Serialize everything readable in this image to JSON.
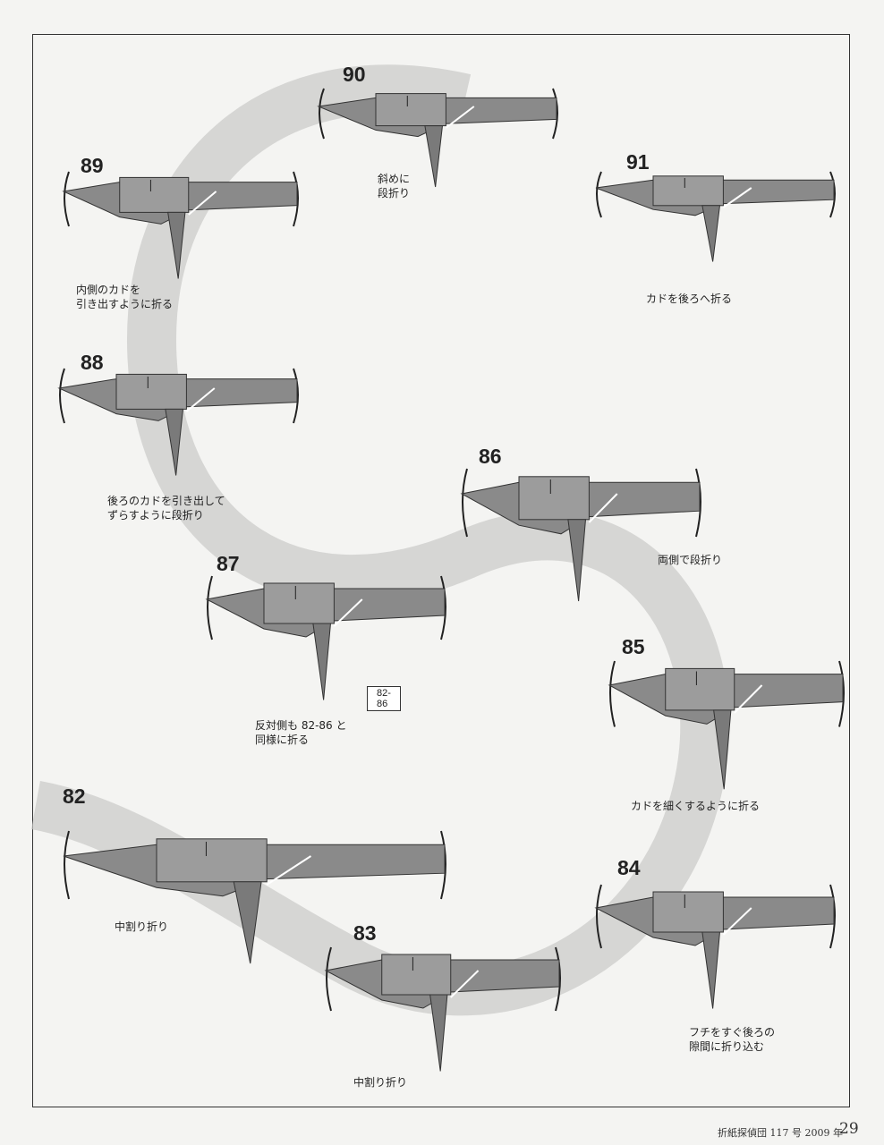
{
  "steps": [
    {
      "id": "90",
      "caption": [
        "斜めに",
        "段折り"
      ]
    },
    {
      "id": "89",
      "caption": [
        "内側のカドを",
        "引き出すように折る"
      ]
    },
    {
      "id": "91",
      "caption": [
        "カドを後ろへ折る"
      ]
    },
    {
      "id": "88",
      "caption": [
        "後ろのカドを引き出して",
        "ずらすように段折り"
      ]
    },
    {
      "id": "86",
      "caption": [
        "両側で段折り"
      ]
    },
    {
      "id": "87",
      "caption": [
        "反対側も 82-86 と",
        "同様に折る"
      ],
      "ref": "82-86"
    },
    {
      "id": "85",
      "caption": [
        "カドを細くするように折る"
      ]
    },
    {
      "id": "82",
      "caption": [
        "中割り折り"
      ]
    },
    {
      "id": "84",
      "caption": [
        "フチをすぐ後ろの",
        "隙間に折り込む"
      ]
    },
    {
      "id": "83",
      "caption": [
        "中割り折り"
      ]
    }
  ],
  "footer": {
    "publication": "折紙探偵団 117 号 2009 年",
    "page": "29"
  }
}
